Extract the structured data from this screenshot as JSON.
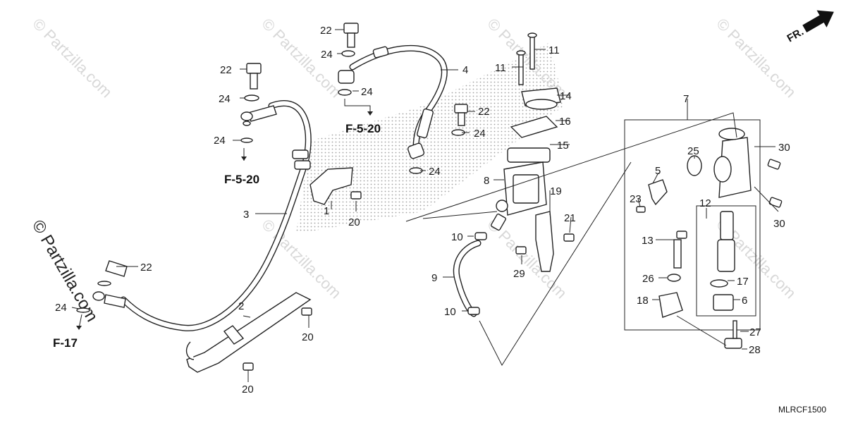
{
  "watermark": {
    "text": "© Partzilla.com"
  },
  "diagram_code": "MLRCF1500",
  "direction_label": "FR.",
  "callouts": {
    "p1": "1",
    "p2": "2",
    "p3": "3",
    "p4": "4",
    "p5": "5",
    "p6": "6",
    "p7": "7",
    "p8": "8",
    "p9": "9",
    "p10a": "10",
    "p10b": "10",
    "p11a": "11",
    "p11b": "11",
    "p12": "12",
    "p13": "13",
    "p14": "14",
    "p15": "15",
    "p16": "16",
    "p17": "17",
    "p18": "18",
    "p19": "19",
    "p20a": "20",
    "p20b": "20",
    "p20c": "20",
    "p21": "21",
    "p22a": "22",
    "p22b": "22",
    "p22c": "22",
    "p22d": "22",
    "p23": "23",
    "p24a": "24",
    "p24b": "24",
    "p24c": "24",
    "p24d": "24",
    "p24e": "24",
    "p24f": "24",
    "p24g": "24",
    "p25": "25",
    "p26": "26",
    "p27": "27",
    "p28": "28",
    "p29": "29",
    "p30a": "30",
    "p30b": "30"
  },
  "references": {
    "ref1": "F-5-20",
    "ref2": "F-5-20",
    "ref3": "F-17"
  }
}
